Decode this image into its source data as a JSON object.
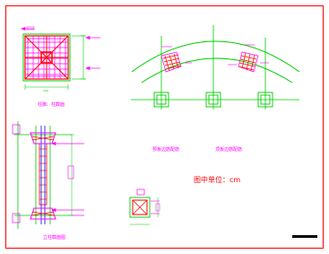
{
  "drawing": {
    "captions": {
      "top_left": "柱脚、柱截面",
      "bottom_left": "立柱截面图",
      "arc_left": "预板边筋配筋",
      "arc_right": "顶板边筋配筋"
    },
    "unit_note": "图中单位：cm"
  },
  "colors": {
    "background": "#ffffff",
    "frame": "#ff0000",
    "green": "#00cc00",
    "magenta": "#ff00ff",
    "red": "#ff0000",
    "blue": "#0000ff",
    "black": "#000000"
  }
}
